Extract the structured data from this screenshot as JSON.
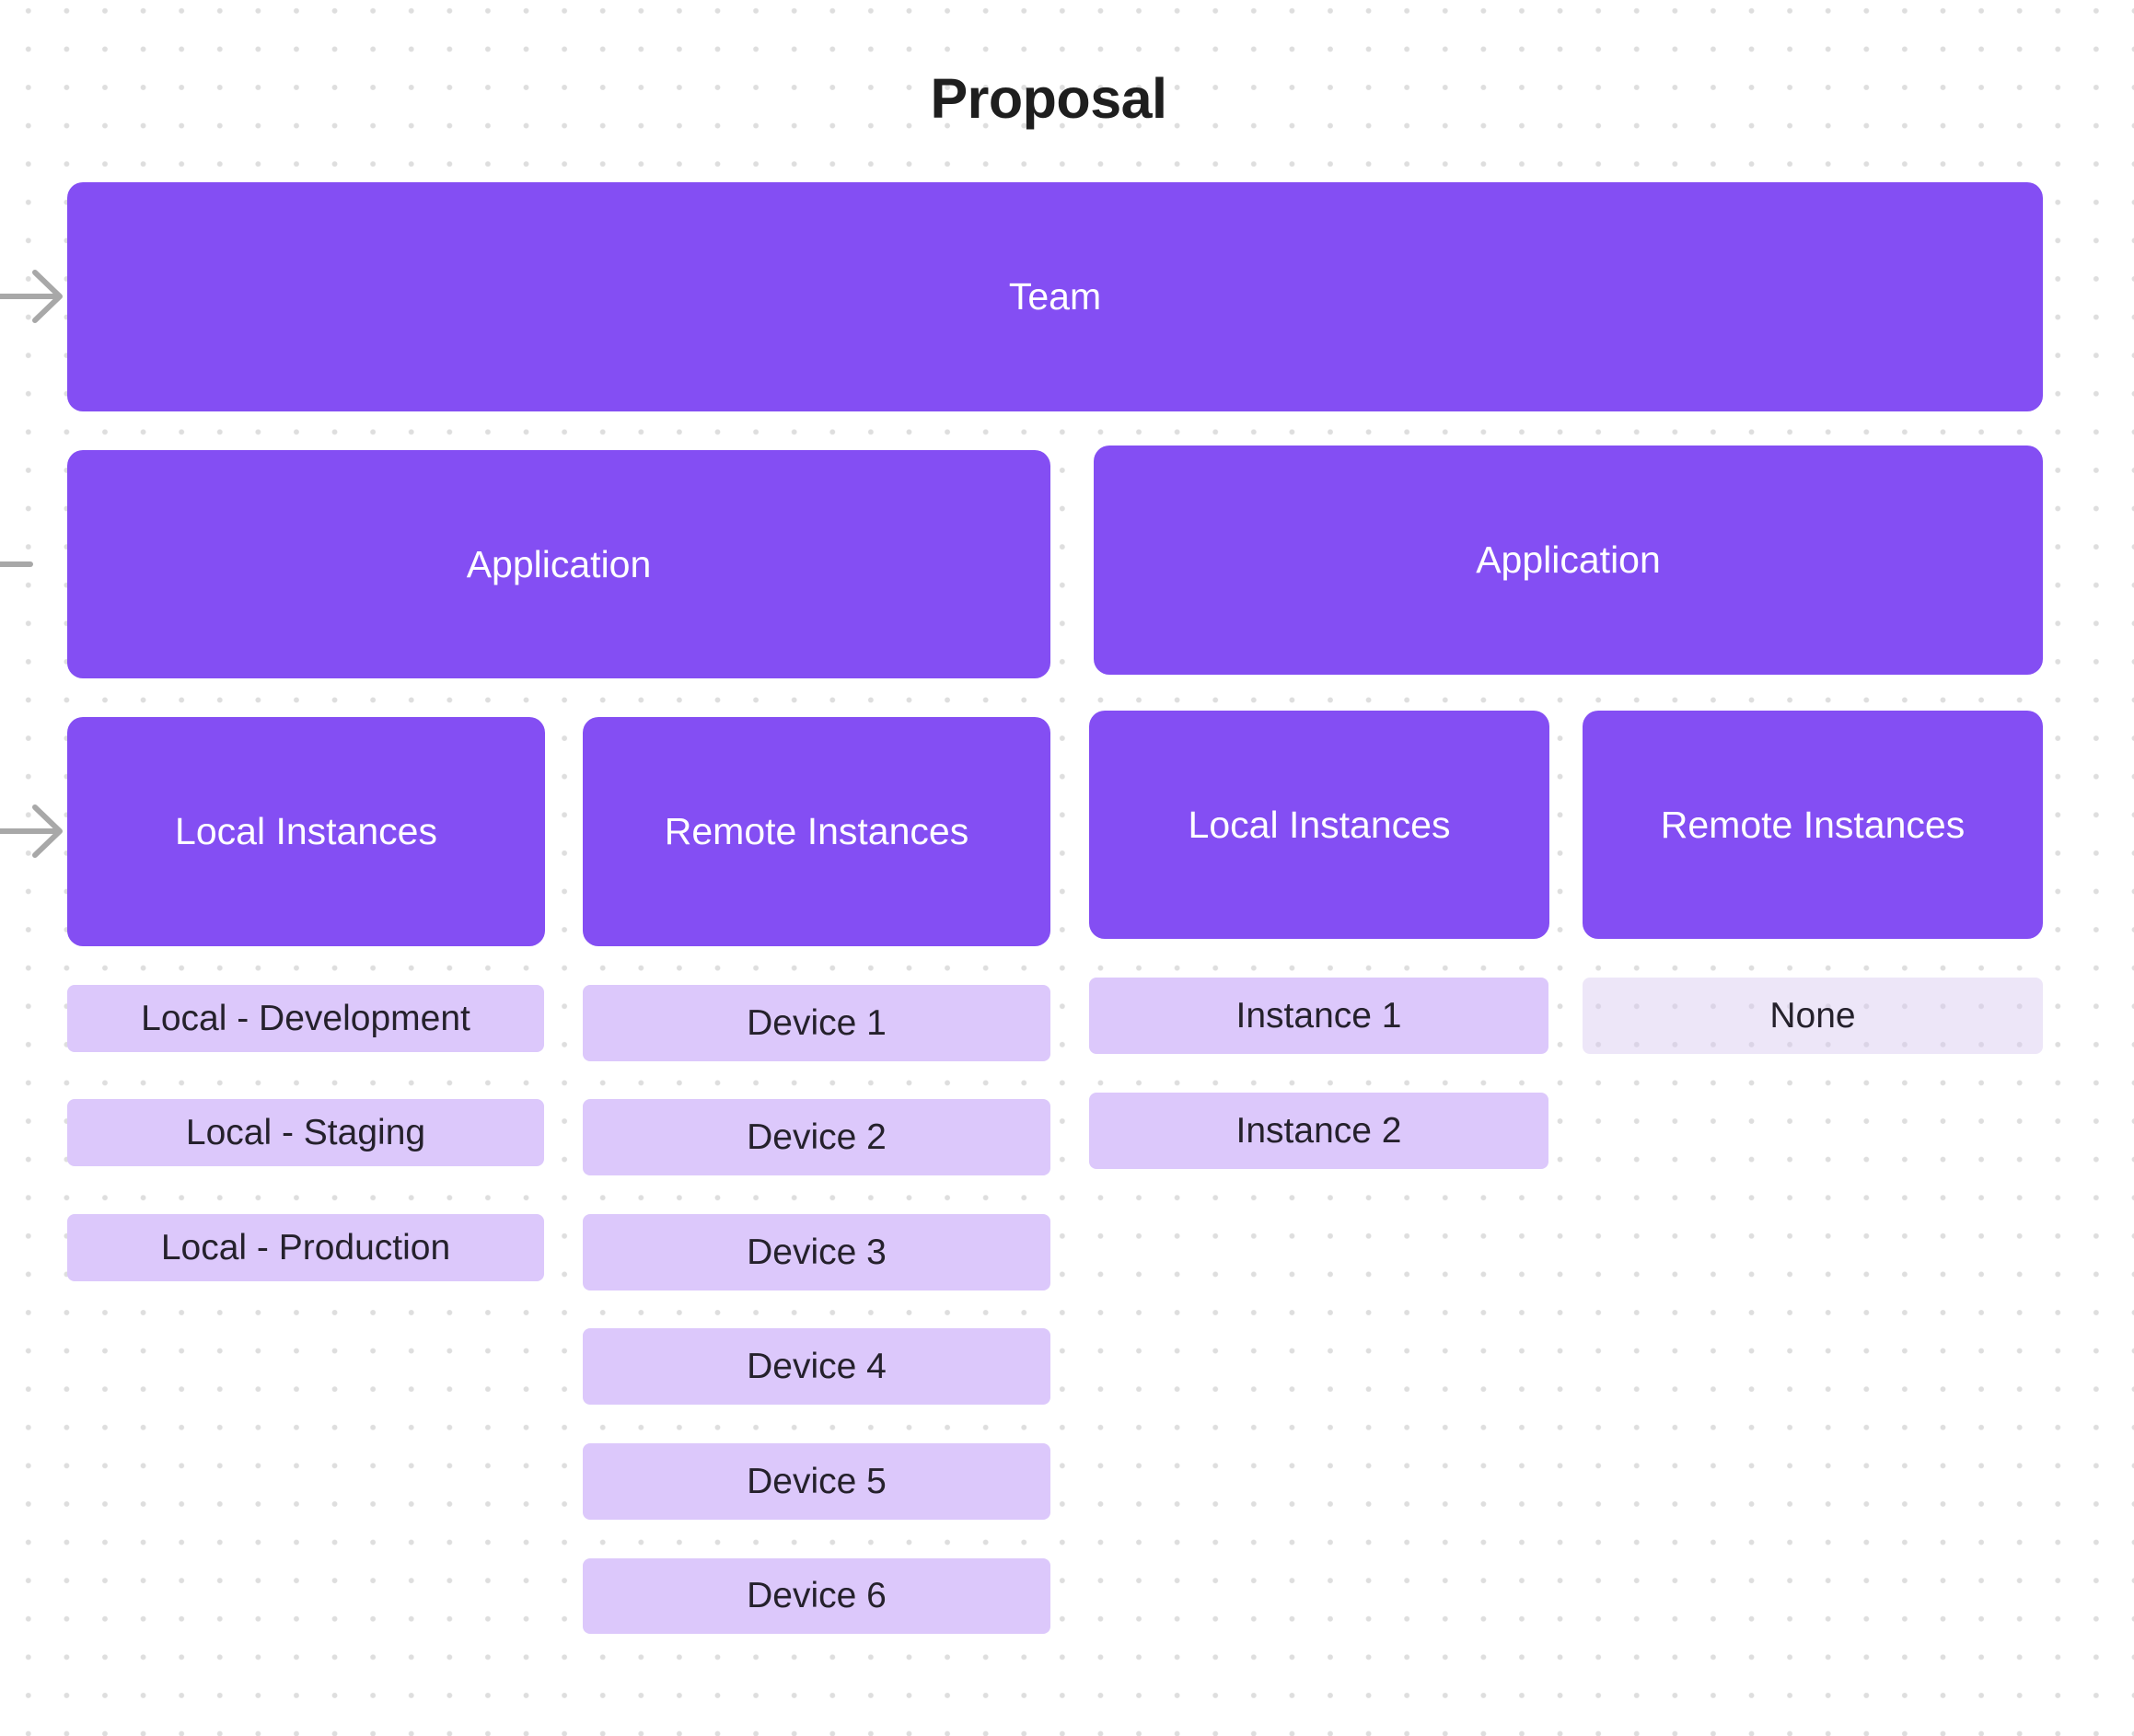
{
  "page": {
    "title": "Proposal",
    "background": "#ffffff",
    "dot_color": "#dedede"
  },
  "colors": {
    "primary_block": "#844ef3",
    "primary_text": "#ffffff",
    "item_block": "#dcc8fb",
    "item_block_empty": "#ece6f8",
    "item_text": "#25212c",
    "connector": "#a8a8a8",
    "title_text": "#1e1e1e"
  },
  "connectors": [
    {
      "type": "arrow",
      "target": "Team"
    },
    {
      "type": "dash",
      "target": "Application"
    },
    {
      "type": "arrow",
      "target": "Local Instances"
    }
  ],
  "diagram": {
    "team": {
      "label": "Team"
    },
    "applications": [
      {
        "label": "Application",
        "groups": [
          {
            "label": "Local Instances",
            "items": [
              "Local - Development",
              "Local - Staging",
              "Local - Production"
            ]
          },
          {
            "label": "Remote Instances",
            "items": [
              "Device 1",
              "Device 2",
              "Device 3",
              "Device 4",
              "Device 5",
              "Device 6"
            ]
          }
        ]
      },
      {
        "label": "Application",
        "groups": [
          {
            "label": "Local Instances",
            "items": [
              "Instance 1",
              "Instance 2"
            ]
          },
          {
            "label": "Remote Instances",
            "items": [
              "None"
            ]
          }
        ]
      }
    ]
  }
}
